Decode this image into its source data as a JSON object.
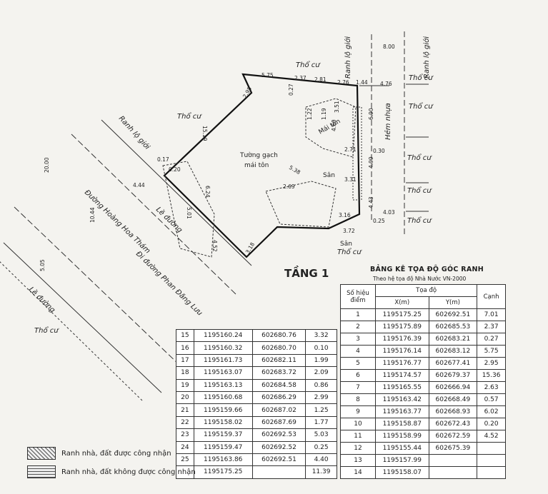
{
  "plan": {
    "floor_title": "TẦNG 1",
    "tho_cu": "Thổ cư",
    "ranh_lo_gioi": "Ranh lộ giới",
    "tuong_gach": "Tường gạch",
    "mai_ton": "mái tôn",
    "mai_ton_cap": "Mái tôn",
    "san": "Sân",
    "hem_nhua": "Hẻm nhựa",
    "le_duong": "Lề đường",
    "road_main": "Đường Hoàng Hoa Thám",
    "road_branch": "Đi đường Phan Đăng Lưu",
    "dims": [
      "5.75",
      "2.37",
      "2.81",
      "2.76",
      "1.44",
      "8.00",
      "4.76",
      "0.27",
      "2.95",
      "15.19",
      "20.00",
      "4.44",
      "10.44",
      "5.05",
      "6.24",
      "5.01",
      "5.38",
      "2.69",
      "3.31",
      "4.03",
      "3.16",
      "3.72",
      "0.25",
      "4.52",
      "3.18",
      "6.90",
      "4.99",
      "4.43",
      "2.71",
      "0.30",
      "1.22",
      "1.19",
      "3.51",
      "4.60",
      "0.17",
      "0.20"
    ]
  },
  "table": {
    "title": "BẢNG KÊ TỌA ĐỘ GÓC RANH",
    "subtitle": "Theo hệ tọa độ Nhà Nước VN-2000",
    "h_point": "Số hiệu điểm",
    "h_coord": "Tọa độ",
    "h_x": "X(m)",
    "h_y": "Y(m)",
    "h_edge": "Cạnh",
    "rows_right": [
      [
        "1",
        "1195175.25",
        "602692.51",
        "7.01"
      ],
      [
        "2",
        "1195175.89",
        "602685.53",
        "2.37"
      ],
      [
        "3",
        "1195176.39",
        "602683.21",
        "0.27"
      ],
      [
        "4",
        "1195176.14",
        "602683.12",
        "5.75"
      ],
      [
        "5",
        "1195176.77",
        "602677.41",
        "2.95"
      ],
      [
        "6",
        "1195174.57",
        "602679.37",
        "15.36"
      ],
      [
        "7",
        "1195165.55",
        "602666.94",
        "2.63"
      ],
      [
        "8",
        "1195163.42",
        "602668.49",
        "0.57"
      ],
      [
        "9",
        "1195163.77",
        "602668.93",
        "6.02"
      ],
      [
        "10",
        "1195158.87",
        "602672.43",
        "0.20"
      ],
      [
        "11",
        "1195158.99",
        "602672.59",
        "4.52"
      ],
      [
        "12",
        "1195155.44",
        "602675.39",
        ""
      ],
      [
        "13",
        "1195157.99",
        "",
        ""
      ],
      [
        "14",
        "1195158.07",
        "",
        ""
      ]
    ],
    "rows_left": [
      [
        "15",
        "1195160.24",
        "602680.76",
        "3.32"
      ],
      [
        "16",
        "1195160.32",
        "602680.70",
        "0.10"
      ],
      [
        "17",
        "1195161.73",
        "602682.11",
        "1.99"
      ],
      [
        "18",
        "1195163.07",
        "602683.72",
        "2.09"
      ],
      [
        "19",
        "1195163.13",
        "602684.58",
        "0.86"
      ],
      [
        "20",
        "1195160.68",
        "602686.29",
        "2.99"
      ],
      [
        "21",
        "1195159.66",
        "602687.02",
        "1.25"
      ],
      [
        "22",
        "1195158.02",
        "602687.69",
        "1.77"
      ],
      [
        "23",
        "1195159.37",
        "602692.53",
        "5.03"
      ],
      [
        "24",
        "1195159.47",
        "602692.52",
        "0.25"
      ],
      [
        "25",
        "1195163.86",
        "602692.51",
        "4.40"
      ],
      [
        "",
        "1195175.25",
        "",
        "11.39"
      ]
    ]
  },
  "legend": {
    "recognized": "Ranh nhà, đất được công nhận",
    "not_recognized": "Ranh nhà, đất không được công nhận"
  }
}
